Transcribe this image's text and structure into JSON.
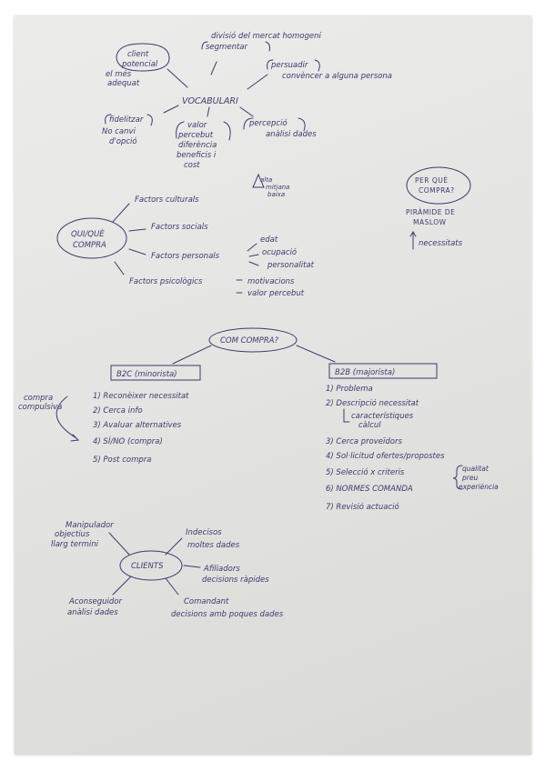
{
  "vocabulari": {
    "center": "VOCABULARI",
    "client_potencial": [
      "client",
      "potencial"
    ],
    "client_potencial_note": [
      "el més",
      "adequat"
    ],
    "segmentar_note": "divisió del mercat homogeni",
    "segmentar": "segmentar",
    "persuadir": "persuadir",
    "persuadir_note": "convèncer a alguna persona",
    "fidelitzar": "fidelitzar",
    "fidelitzar_note": [
      "No canvi",
      "d'opció"
    ],
    "valor": [
      "valor",
      "percebut"
    ],
    "valor_note": [
      "diferència",
      "beneficis i",
      "cost"
    ],
    "percepcio": "percepció",
    "percepcio_note": "anàlisi dades"
  },
  "qui_que": {
    "center": [
      "QUI/QUÈ",
      "COMPRA"
    ],
    "culturals": "Factors culturals",
    "culturals_levels": [
      "alta",
      "mitjana",
      "baixa"
    ],
    "socials": "Factors socials",
    "personals": "Factors personals",
    "personals_items": [
      "edat",
      "ocupació",
      "personalitat"
    ],
    "psicologics": "Factors psicològics",
    "psicologics_items": [
      "motivacions",
      "valor percebut"
    ]
  },
  "per_que": {
    "center": [
      "PER QUÈ",
      "COMPRA?"
    ],
    "note": [
      "PIRÀMIDE DE",
      "MASLOW"
    ],
    "arrow_label": "necessitats"
  },
  "com_compra": {
    "center": "COM COMPRA?",
    "b2c": {
      "title": "B2C (minorista)",
      "side_note": [
        "compra",
        "compulsiva"
      ],
      "steps": [
        "1) Reconèixer necessitat",
        "2) Cerca info",
        "3) Avaluar alternatives",
        "4) SÍ/NO (compra)",
        "5) Post compra"
      ]
    },
    "b2b": {
      "title": "B2B (majorista)",
      "steps": [
        "1) Problema",
        "2) Descripció necessitat",
        "3) Cerca proveïdors",
        "4) Sol·licitud ofertes/propostes",
        "5) Selecció x criteris",
        "6) NORMES COMANDA",
        "7) Revisió actuació"
      ],
      "step2_sub": [
        "característiques",
        "càlcul"
      ],
      "step5_criteria": [
        "qualitat",
        "preu",
        "experiència"
      ]
    }
  },
  "clients": {
    "center": "CLIENTS",
    "manipulador": [
      "Manipulador",
      "objectius",
      "llarg termini"
    ],
    "indecisos": [
      "Indecisos",
      "moltes dades"
    ],
    "afiliadors": [
      "Afiliadors",
      "decisions ràpides"
    ],
    "comandant": [
      "Comandant",
      "decisions amb poques dades"
    ],
    "aconseguidor": [
      "Aconseguidor",
      "anàlisi dades"
    ]
  }
}
